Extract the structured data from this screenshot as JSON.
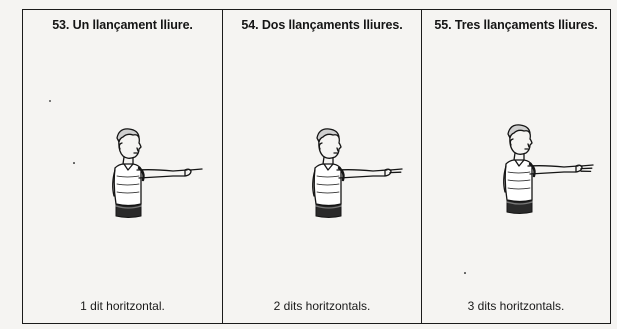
{
  "panels": [
    {
      "title": "53. Un llançament lliure.",
      "caption": "1 dit horitzontal.",
      "fingers": 1
    },
    {
      "title": "54. Dos llançaments lliures.",
      "caption": "2 dits horitzontals.",
      "fingers": 2
    },
    {
      "title": "55. Tres llançaments lliures.",
      "caption": "3 dits horitzontals.",
      "fingers": 3
    }
  ],
  "colors": {
    "ink": "#151515",
    "paper": "#f5f4f2",
    "shorts": "#2a2a2a"
  }
}
